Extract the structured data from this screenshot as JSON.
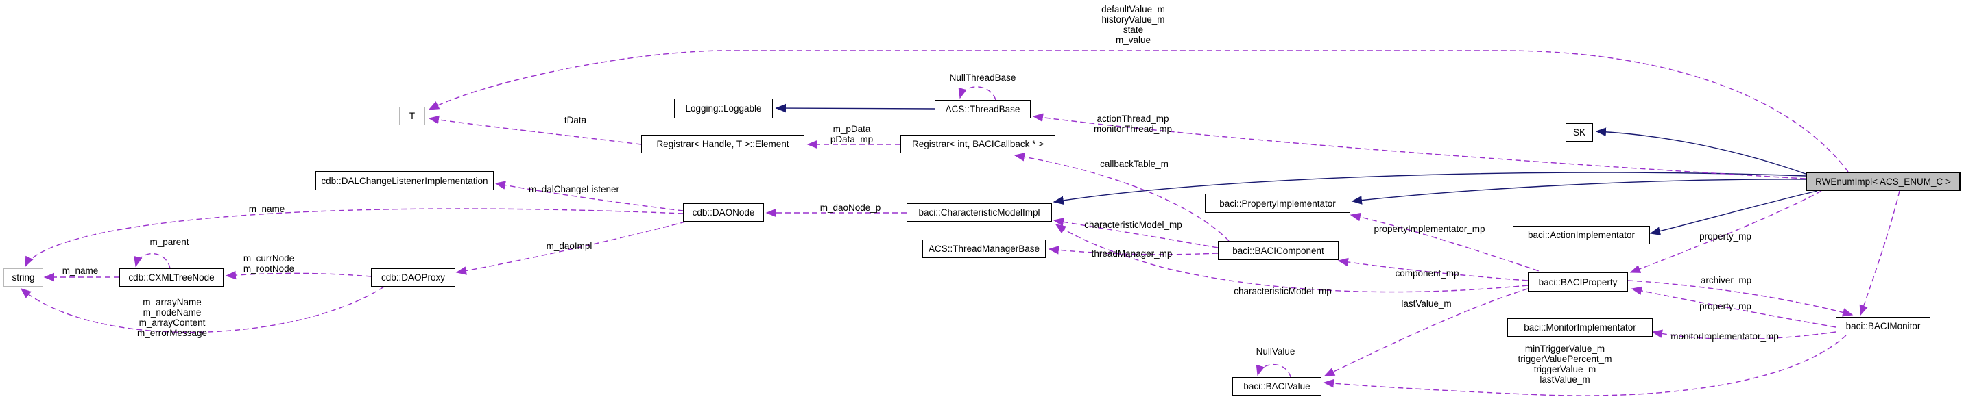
{
  "diagram": {
    "kind": "collaboration-diagram",
    "highlighted_node": "RWEnumImpl< ACS_ENUM_C >",
    "colors": {
      "inheritance_edge": "#191970",
      "usage_edge": "#9a32cd",
      "node_background": "#ffffff",
      "highlight_background": "#bfbfbf",
      "node_border": "#000000",
      "external_node_border": "#b8b8b8"
    },
    "nodes": {
      "t": {
        "label": "T"
      },
      "loggable": {
        "label": "Logging::Loggable"
      },
      "thread_base": {
        "label": "ACS::ThreadBase"
      },
      "registrar_element": {
        "label": "Registrar< Handle, T >::Element"
      },
      "registrar_int": {
        "label": "Registrar< int, BACICallback * >"
      },
      "sk": {
        "label": "SK"
      },
      "rwenumimpl": {
        "label": "RWEnumImpl< ACS_ENUM_C >"
      },
      "dal_change_listener": {
        "label": "cdb::DALChangeListenerImplementation"
      },
      "dao_node": {
        "label": "cdb::DAONode"
      },
      "characteristic_model": {
        "label": "baci::CharacteristicModelImpl"
      },
      "thread_manager": {
        "label": "ACS::ThreadManagerBase"
      },
      "property_implementator": {
        "label": "baci::PropertyImplementator"
      },
      "baci_component": {
        "label": "baci::BACIComponent"
      },
      "action_implementator": {
        "label": "baci::ActionImplementator"
      },
      "string": {
        "label": "string"
      },
      "xml_tree_node": {
        "label": "cdb::CXMLTreeNode"
      },
      "dao_proxy": {
        "label": "cdb::DAOProxy"
      },
      "baci_property": {
        "label": "baci::BACIProperty"
      },
      "monitor_implementator": {
        "label": "baci::MonitorImplementator"
      },
      "baci_monitor": {
        "label": "baci::BACIMonitor"
      },
      "baci_value": {
        "label": "baci::BACIValue"
      }
    },
    "edge_labels": {
      "top_members": "defaultValue_m\nhistoryValue_m\nstate\nm_value",
      "null_thread_base": "NullThreadBase",
      "tdata": "tData",
      "m_pdata": "m_pData\npData_mp",
      "action_threads": "actionThread_mp\nmonitorThread_mp",
      "callback_table": "callbackTable_m",
      "m_dal_change_listener": "m_dalChangeListener",
      "m_name_dao": "m_name",
      "m_dao_node_p": "m_daoNode_p",
      "m_dao_impl": "m_daoImpl",
      "characteristic_model_upper": "characteristicModel_mp",
      "thread_manager_mp": "threadManager_mp",
      "characteristic_model_lower": "characteristicModel_mp",
      "property_implementator_mp": "propertyImplementator_mp",
      "component_mp": "component_mp",
      "m_parent": "m_parent",
      "m_name_tree": "m_name",
      "m_curr_root": "m_currNode\nm_rootNode",
      "m_array_fields": "m_arrayName\nm_nodeName\nm_arrayContent\nm_errorMessage",
      "null_value": "NullValue",
      "last_value_mid": "lastValue_m",
      "property_mp_upper": "property_mp",
      "archiver_mp": "archiver_mp",
      "property_mp_lower": "property_mp",
      "monitor_implementator_mp": "monitorImplementator_mp",
      "trigger_fields": "minTriggerValue_m\ntriggerValuePercent_m\ntriggerValue_m\nlastValue_m"
    }
  }
}
